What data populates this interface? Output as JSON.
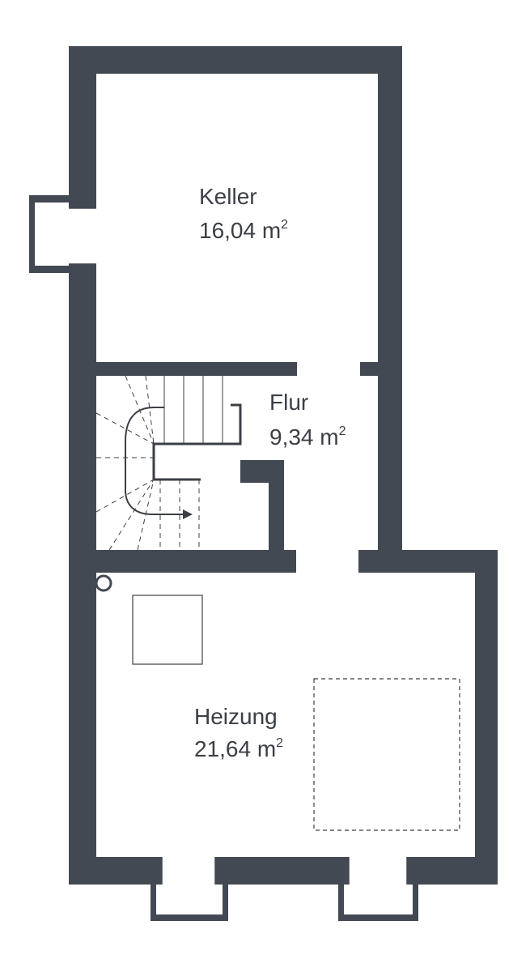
{
  "colors": {
    "wall": "#434952",
    "background": "#ffffff",
    "line": "#3b3f45"
  },
  "rooms": {
    "keller": {
      "name": "Keller",
      "area": "16,04 m",
      "unit_exp": "2"
    },
    "flur": {
      "name": "Flur",
      "area": "9,34 m",
      "unit_exp": "2"
    },
    "heizung": {
      "name": "Heizung",
      "area": "21,64 m",
      "unit_exp": "2"
    }
  },
  "symbols": {
    "staircase": "staircase-symbol",
    "boiler": "boiler-square",
    "tank": "tank-dashed-outline",
    "flue": "chimney-flue-circle"
  }
}
